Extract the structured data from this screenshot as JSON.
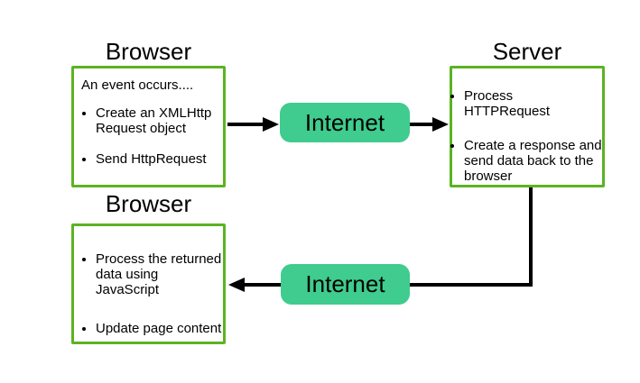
{
  "colors": {
    "background": "#ffffff",
    "box_border": "#5cb322",
    "internet_fill": "#3fcc8e",
    "arrow": "#000000",
    "text": "#000000"
  },
  "nodes": {
    "browser_top": {
      "title": "Browser",
      "intro": "An event occurs....",
      "items": [
        "Create an XMLHttp Request object",
        "Send HttpRequest"
      ]
    },
    "internet_top": {
      "label": "Internet"
    },
    "server": {
      "title": "Server",
      "items": [
        "Process HTTPRequest",
        "Create a response and send data back to the browser"
      ]
    },
    "browser_bottom": {
      "title": "Browser",
      "items": [
        "Process the returned data using JavaScript",
        "Update page content"
      ]
    },
    "internet_bottom": {
      "label": "Internet"
    }
  }
}
